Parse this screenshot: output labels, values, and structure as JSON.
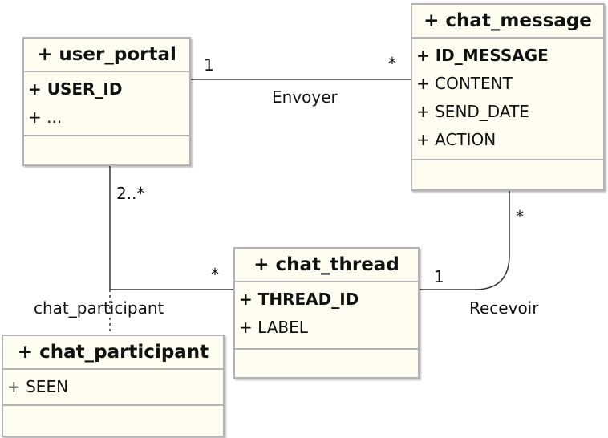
{
  "classes": {
    "user_portal": {
      "title": "+ user_portal",
      "attributes": [
        {
          "text": "+ USER_ID",
          "pk": true
        },
        {
          "text": "+ ...",
          "pk": false
        }
      ]
    },
    "chat_message": {
      "title": "+ chat_message",
      "attributes": [
        {
          "text": "+ ID_MESSAGE",
          "pk": true
        },
        {
          "text": "+ CONTENT",
          "pk": false
        },
        {
          "text": "+ SEND_DATE",
          "pk": false
        },
        {
          "text": "+ ACTION",
          "pk": false
        }
      ]
    },
    "chat_thread": {
      "title": "+ chat_thread",
      "attributes": [
        {
          "text": "+ THREAD_ID",
          "pk": true
        },
        {
          "text": "+ LABEL",
          "pk": false
        }
      ]
    },
    "chat_participant": {
      "title": "+ chat_participant",
      "attributes": [
        {
          "text": "+ SEEN",
          "pk": false
        }
      ]
    }
  },
  "associations": {
    "envoyer": {
      "name": "Envoyer",
      "source_multiplicity": "1",
      "target_multiplicity": "*"
    },
    "recevoir": {
      "name": "Recevoir",
      "source_multiplicity": "*",
      "target_multiplicity": "1"
    },
    "chat_participant": {
      "name": "chat_participant",
      "source_multiplicity": "2..*",
      "target_multiplicity": "*"
    }
  },
  "colors": {
    "box_fill": "#fdfdf1",
    "box_border": "#b3b3b3",
    "line": "#333333"
  }
}
